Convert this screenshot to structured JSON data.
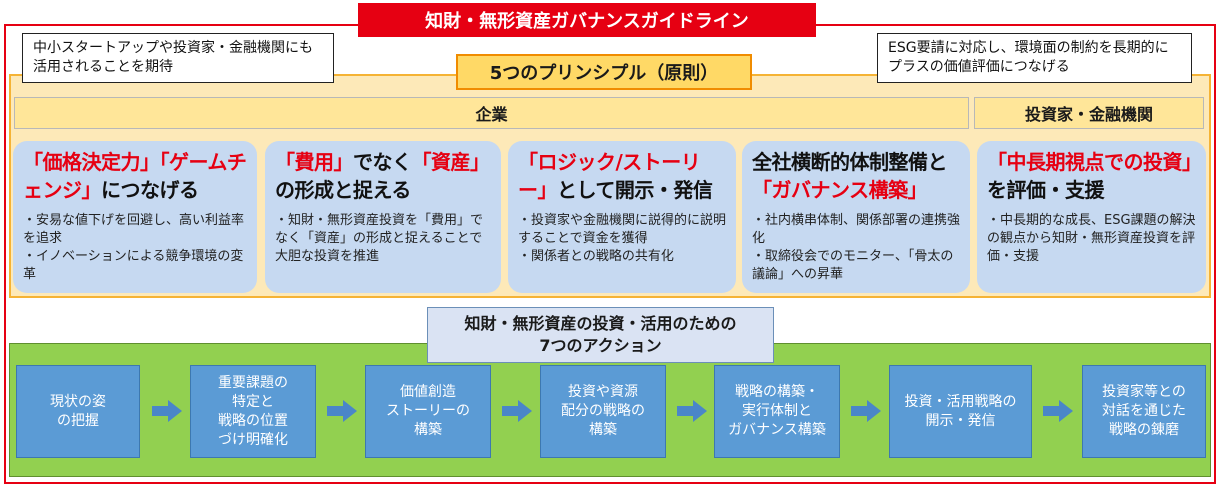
{
  "title": "知財・無形資産ガバナンスガイドライン",
  "note_left": "中小スタートアップや投資家・金融機関にも活用されることを期待",
  "note_right": "ESG要請に対応し、環境面の制約を長期的にプラスの価値評価につなげる",
  "principles_title": "5つのプリンシプル（原則）",
  "band_company": "企業",
  "band_investor": "投資家・金融機関",
  "principles": [
    {
      "head_parts": [
        {
          "text": "「価格決定力」「ゲーム",
          "red": true
        },
        {
          "text": "チェンジ」",
          "red": true
        },
        {
          "text": "につなげる",
          "red": false
        }
      ],
      "body": "・安易な値下げを回避し、高い利益率を追求\n・イノベーションによる競争環境の変革"
    },
    {
      "head_parts": [
        {
          "text": "「費用」",
          "red": true
        },
        {
          "text": "でなく",
          "red": false
        },
        {
          "text": "「資産」",
          "red": true
        },
        {
          "text": "の形成と捉える",
          "red": false
        }
      ],
      "body": "・知財・無形資産投資を「費用」でなく「資産」の形成と捉えることで大胆な投資を推進"
    },
    {
      "head_parts": [
        {
          "text": "「ロジック/ストーリー」",
          "red": true
        },
        {
          "text": "として開示・発信",
          "red": false
        }
      ],
      "body": "・投資家や金融機関に説得的に説明することで資金を獲得\n・関係者との戦略の共有化"
    },
    {
      "head_parts": [
        {
          "text": "全社横断的体制整備と",
          "red": false
        },
        {
          "text": "「ガバナンス構築」",
          "red": true
        }
      ],
      "body": "・社内横串体制、関係部署の連携強化\n・取締役会でのモニター、「骨太の議論」への昇華"
    },
    {
      "head_parts": [
        {
          "text": "「中長期視点での投資」",
          "red": true
        },
        {
          "text": "を評価・支援",
          "red": false
        }
      ],
      "body": "・中長期的な成長、ESG課題の解決の観点から知財・無形資産投資を評価・支援"
    }
  ],
  "actions_title": "知財・無形資産の投資・活用のための\n7つのアクション",
  "actions": [
    "現状の姿\nの把握",
    "重要課題の\n特定と\n戦略の位置\nづけ明確化",
    "価値創造\nストーリーの\n構築",
    "投資や資源\n配分の戦略の\n構築",
    "戦略の構築・\n実行体制と\nガバナンス構築",
    "投資・活用戦略の\n開示・発信",
    "投資家等との\n対話を通じた\n戦略の錬磨"
  ],
  "colors": {
    "accent_red": "#e60012",
    "principles_bg": "#fde9b8",
    "card_bg": "#c6d9f1",
    "actions_bg": "#92d050",
    "action_box": "#5b9bd5"
  }
}
